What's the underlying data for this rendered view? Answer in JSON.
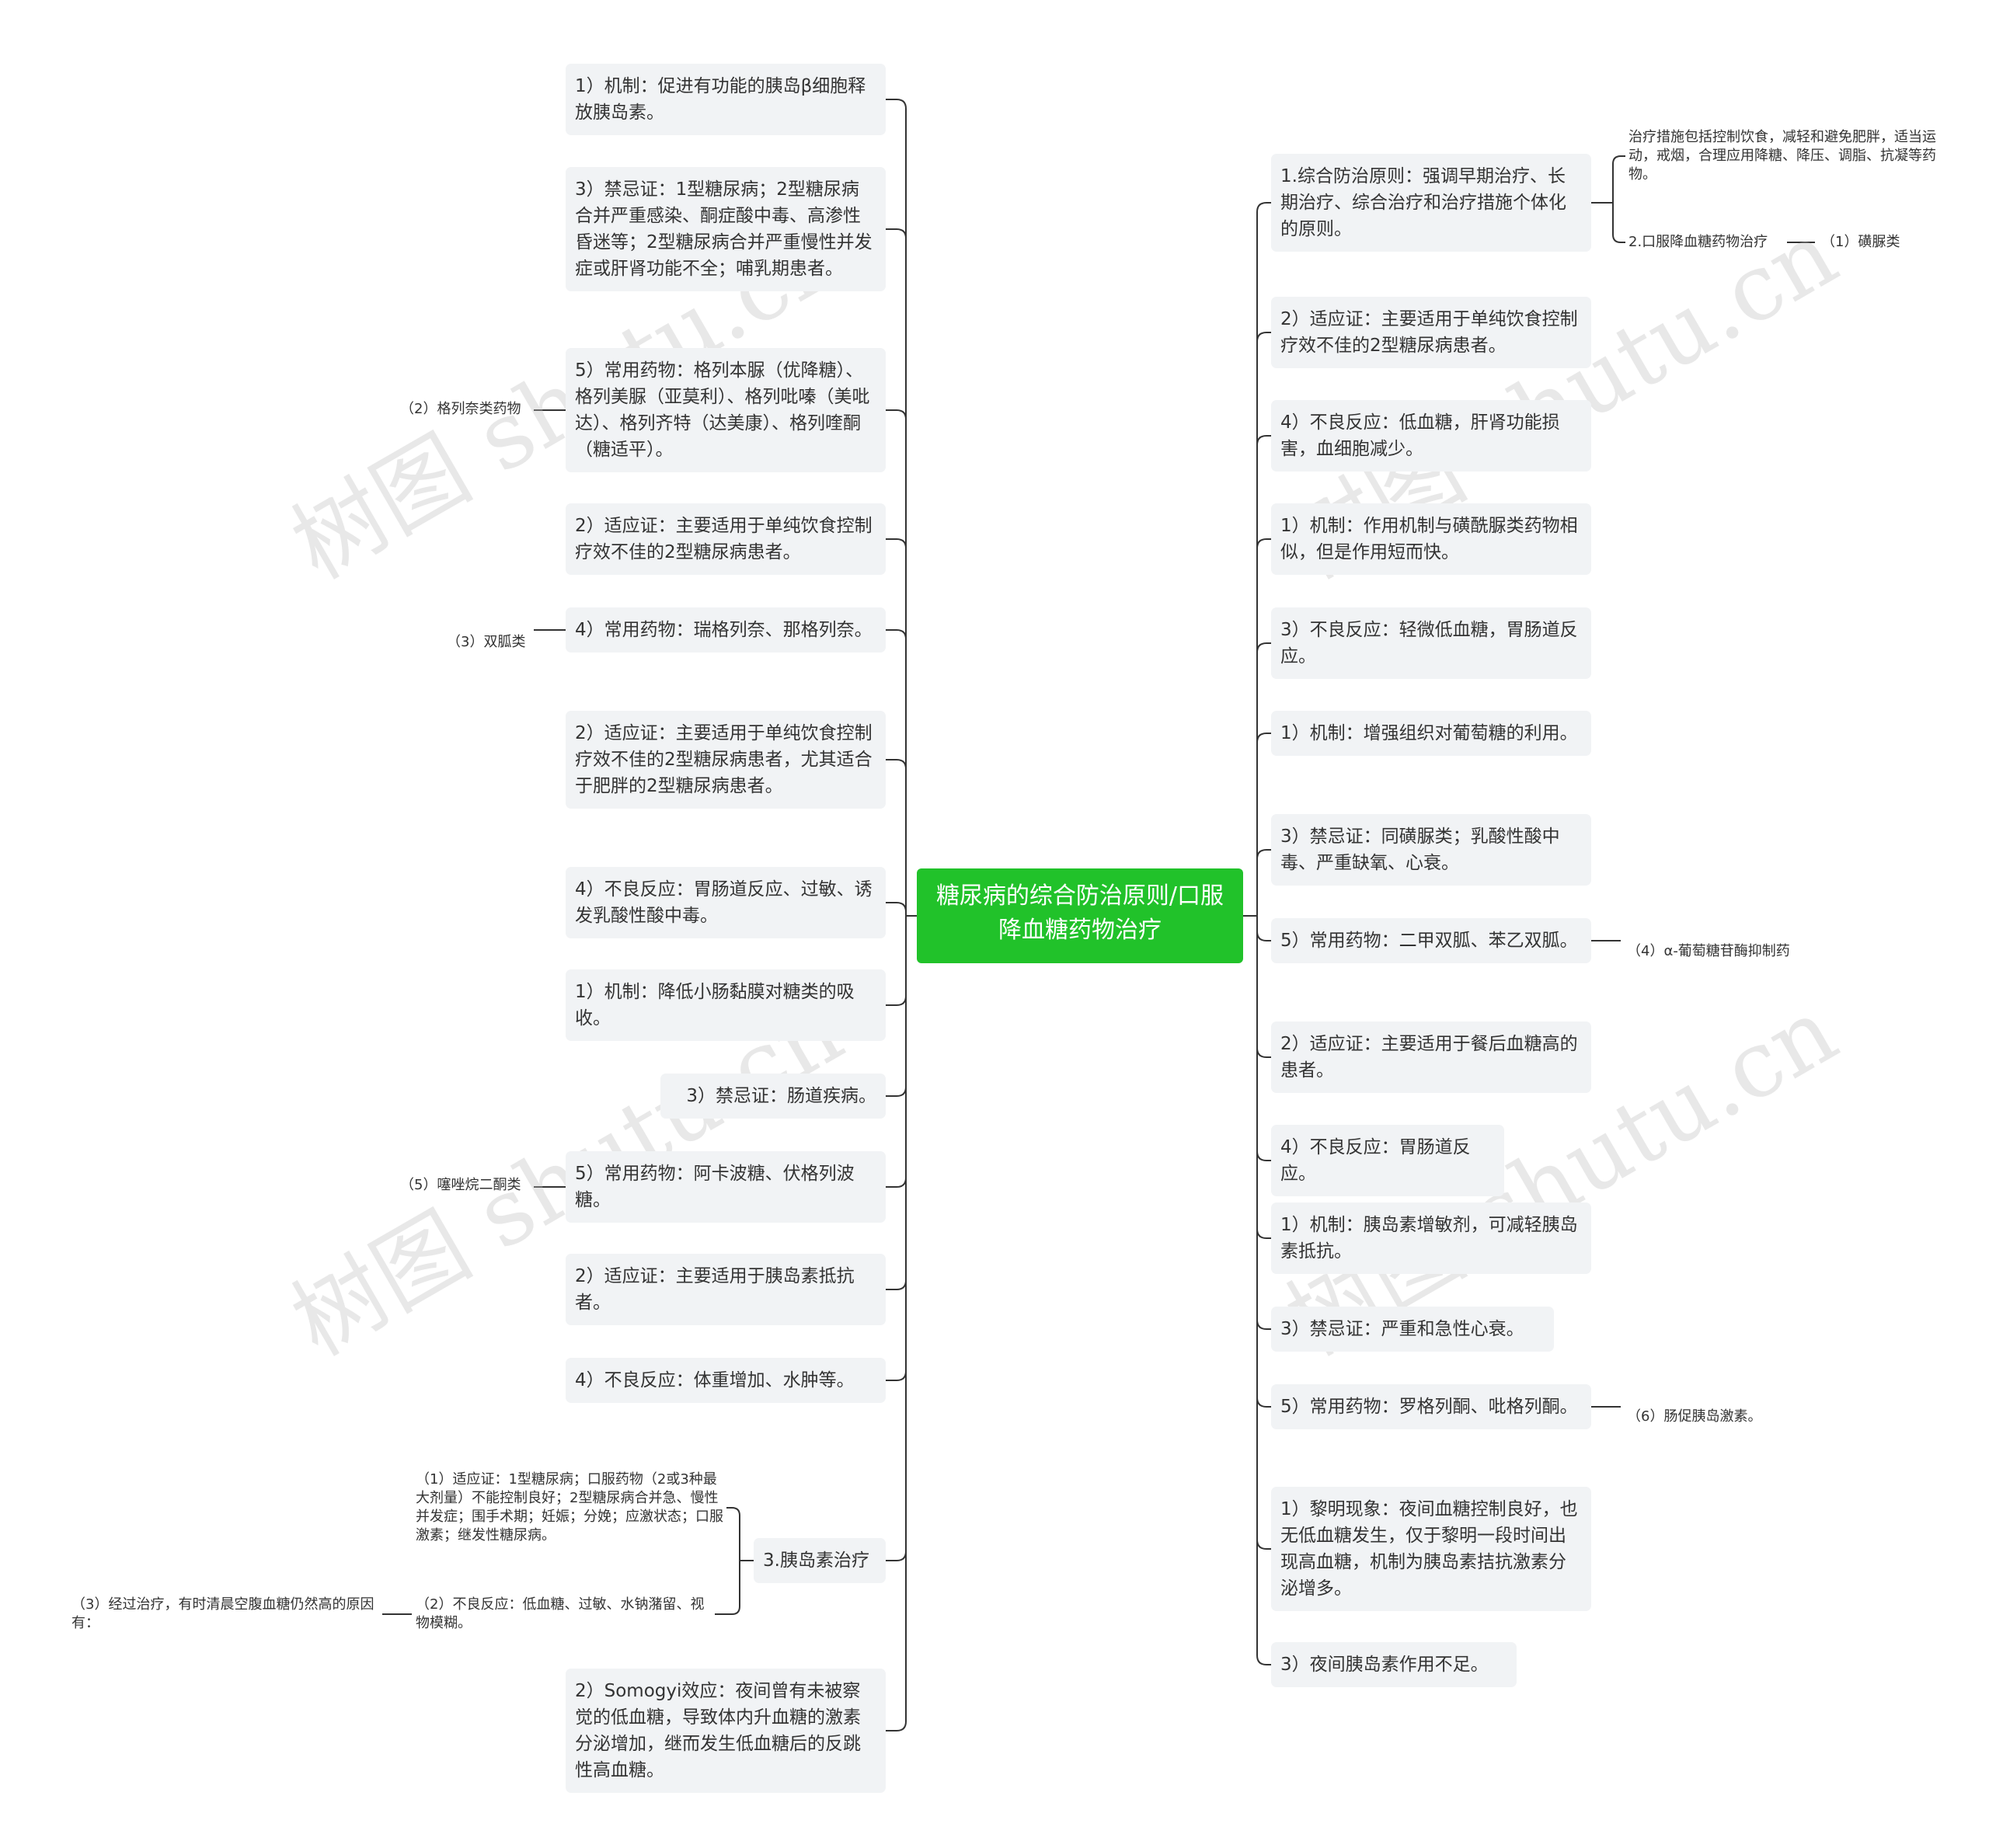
{
  "root": {
    "label": "糖尿病的综合防治原则/口服降血糖药物治疗"
  },
  "left": {
    "leaf_1": "1）机制：促进有功能的胰岛β细胞释放胰岛素。",
    "leaf_2": "3）禁忌证：1型糖尿病；2型糖尿病合并严重感染、酮症酸中毒、高渗性昏迷等；2型糖尿病合并严重慢性并发症或肝肾功能不全；哺乳期患者。",
    "leaf_3": "5）常用药物：格列本脲（优降糖）、格列美脲（亚莫利）、格列吡嗪（美吡达）、格列齐特（达美康）、格列喹酮（糖适平）。",
    "leaf_4": "2）适应证：主要适用于单纯饮食控制疗效不佳的2型糖尿病患者。",
    "leaf_5": "4）常用药物：瑞格列奈、那格列奈。",
    "leaf_6": "2）适应证：主要适用于单纯饮食控制疗效不佳的2型糖尿病患者，尤其适合于肥胖的2型糖尿病患者。",
    "leaf_7": "4）不良反应：胃肠道反应、过敏、诱发乳酸性酸中毒。",
    "leaf_8": "1）机制：降低小肠黏膜对糖类的吸收。",
    "leaf_9": "3）禁忌证：肠道疾病。",
    "leaf_10": "5）常用药物：阿卡波糖、伏格列波糖。",
    "leaf_11": "2）适应证：主要适用于胰岛素抵抗者。",
    "leaf_12": "4）不良反应：体重增加、水肿等。",
    "leaf_13": "3.胰岛素治疗",
    "leaf_14": "2）Somogyi效应：夜间曾有未被察觉的低血糖，导致体内升血糖的激素分泌增加，继而发生低血糖后的反跳性高血糖。",
    "side_1": "（2）格列奈类药物",
    "side_2": "（3）双胍类",
    "side_3": "（5）噻唑烷二酮类",
    "insulin_1": "（1）适应证：1型糖尿病；口服药物（2或3种最大剂量）不能控制良好；2型糖尿病合并急、慢性并发症；围手术期；妊娠；分娩；应激状态；口服激素；继发性糖尿病。",
    "insulin_2": "（2）不良反应：低血糖、过敏、水钠潴留、视物模糊。",
    "insulin_3": "（3）经过治疗，有时清晨空腹血糖仍然高的原因有："
  },
  "right": {
    "leaf_1": "1.综合防治原则：强调早期治疗、长期治疗、综合治疗和治疗措施个体化的原则。",
    "leaf_2": "2）适应证：主要适用于单纯饮食控制疗效不佳的2型糖尿病患者。",
    "leaf_3": "4）不良反应：低血糖，肝肾功能损害，血细胞减少。",
    "leaf_4": "1）机制：作用机制与磺酰脲类药物相似，但是作用短而快。",
    "leaf_5": "3）不良反应：轻微低血糖，胃肠道反应。",
    "leaf_6": "1）机制：增强组织对葡萄糖的利用。",
    "leaf_7": "3）禁忌证：同磺脲类；乳酸性酸中毒、严重缺氧、心衰。",
    "leaf_8": "5）常用药物：二甲双胍、苯乙双胍。",
    "leaf_9": "2）适应证：主要适用于餐后血糖高的患者。",
    "leaf_10": "4）不良反应：胃肠道反应。",
    "leaf_11": "1）机制：胰岛素增敏剂，可减轻胰岛素抵抗。",
    "leaf_12": "3）禁忌证：严重和急性心衰。",
    "leaf_13": "5）常用药物：罗格列酮、吡格列酮。",
    "leaf_14": "1）黎明现象：夜间血糖控制良好，也无低血糖发生，仅于黎明一段时间出现高血糖，机制为胰岛素拮抗激素分泌增多。",
    "leaf_15": "3）夜间胰岛素作用不足。",
    "sub_1": "治疗措施包括控制饮食，减轻和避免肥胖，适当运动，戒烟，合理应用降糖、降压、调脂、抗凝等药物。",
    "sub_2": "2.口服降血糖药物治疗",
    "sub_3": "（1）磺脲类",
    "side_1": "（4）α-葡萄糖苷酶抑制药",
    "side_2": "（6）肠促胰岛激素。"
  },
  "watermark": "树图 shutu.cn",
  "colors": {
    "root_bg": "#21c22a",
    "leaf_bg": "#f1f3f5",
    "line": "#333333"
  }
}
